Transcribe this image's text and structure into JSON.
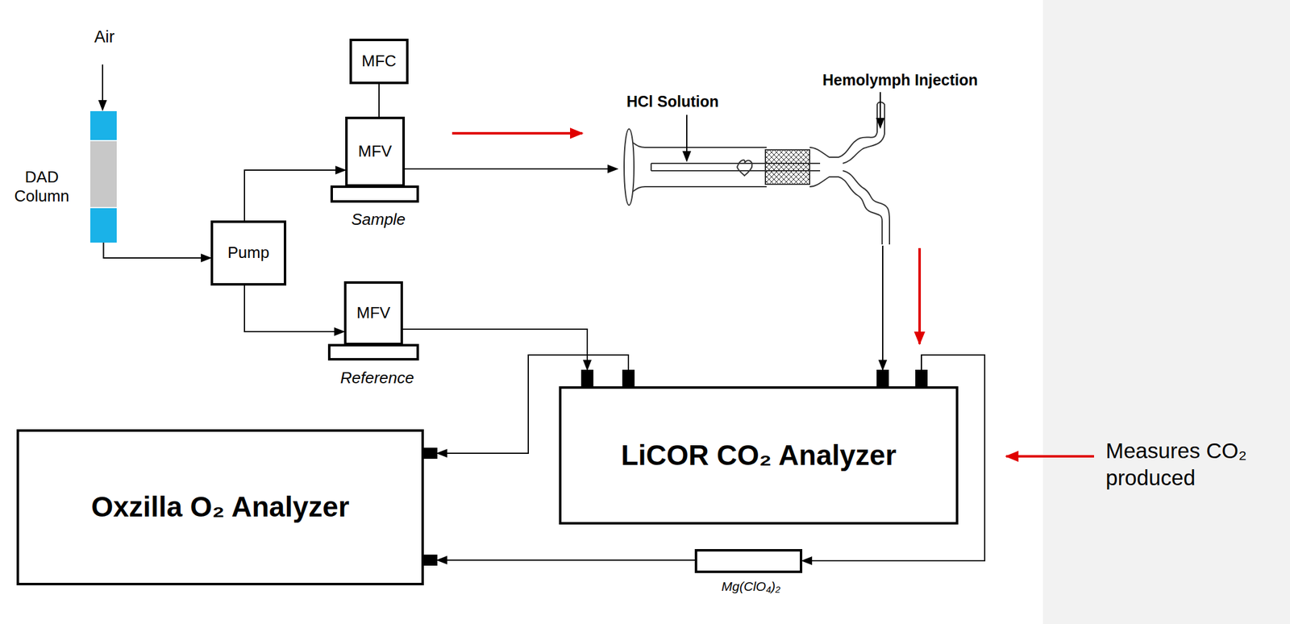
{
  "diagram": {
    "nodes": [
      {
        "text": [
          "MFC"
        ]
      },
      {
        "text": [
          "MFV",
          "Sample"
        ]
      },
      {
        "text": [
          "DAD Column"
        ]
      },
      {
        "text": [
          "Pump"
        ]
      },
      {
        "text": [
          "HCl Solution",
          "Hemolymph Injection"
        ]
      },
      {
        "text": [
          "MFV",
          "Reference"
        ]
      },
      {
        "text": [
          "LiCOR CO₂ Analyzer"
        ]
      },
      {
        "text": [
          "Oxzilla O₂ Analyzer"
        ]
      },
      {
        "text": [
          "Mg(ClO₄)₂"
        ]
      }
    ],
    "edges": [
      {
        "from": 0,
        "to": 1,
        "arrow": "none"
      },
      {
        "from": 2,
        "to": 3,
        "arrow": "to"
      },
      {
        "from": 3,
        "to": 1,
        "arrow": "to"
      },
      {
        "from": 3,
        "to": 5,
        "arrow": "to"
      },
      {
        "from": 1,
        "to": 4,
        "arrow": "to"
      },
      {
        "from": 4,
        "to": 6,
        "arrow": "to"
      },
      {
        "from": 5,
        "to": 6,
        "arrow": "to"
      },
      {
        "from": 6,
        "to": 7,
        "arrow": "to"
      },
      {
        "from": 6,
        "to": 8,
        "arrow": "to"
      },
      {
        "from": 8,
        "to": 7,
        "arrow": "to"
      }
    ],
    "labels": [
      "Air",
      "Measures CO₂ produced"
    ]
  }
}
